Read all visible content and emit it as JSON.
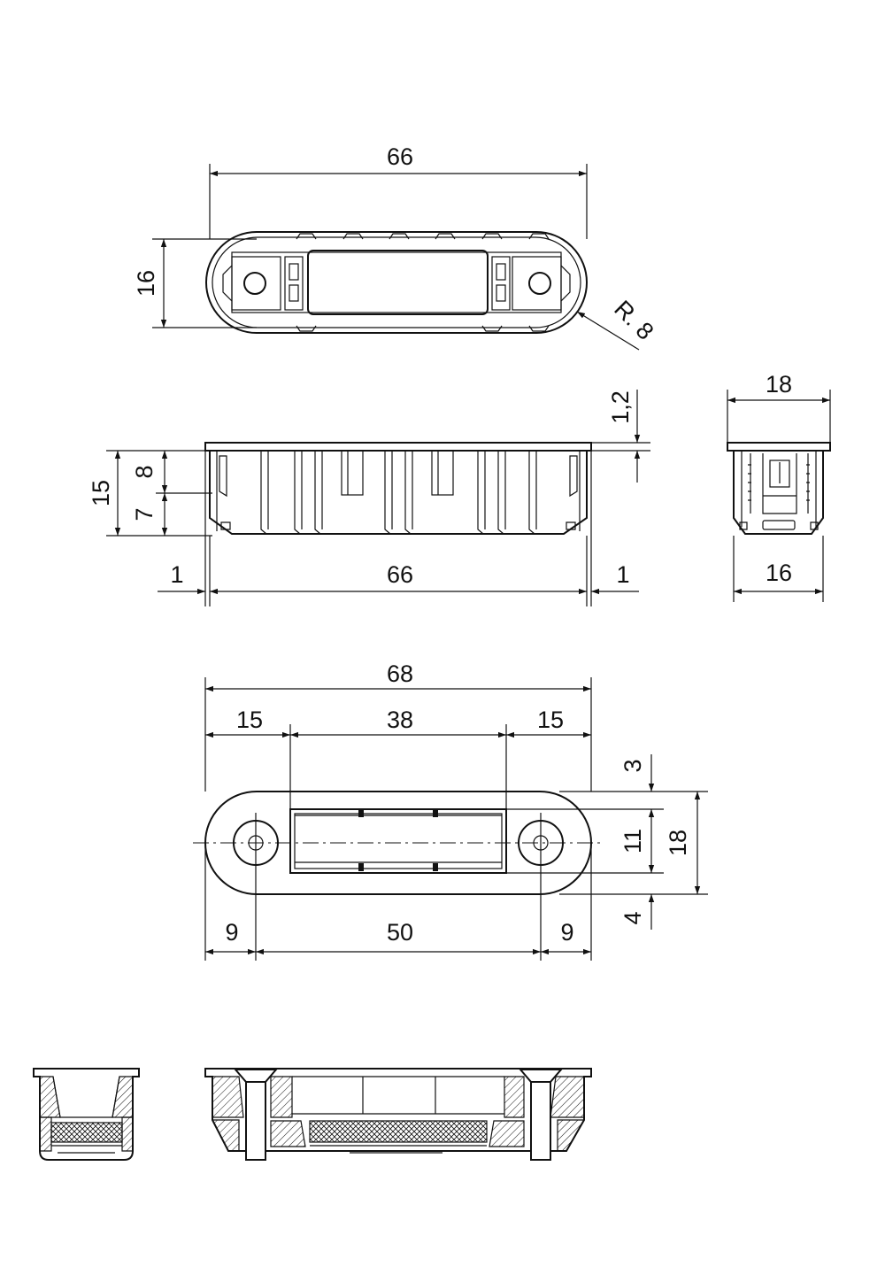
{
  "dimensions": {
    "top_view": {
      "length": "66",
      "height": "16",
      "radius": "R. 8"
    },
    "side_view": {
      "flange_thickness": "1,2",
      "total_height": "15",
      "upper_height": "8",
      "lower_height": "7",
      "left_offset": "1",
      "length": "66",
      "right_offset": "1"
    },
    "end_view": {
      "flange_width": "18",
      "body_width": "16"
    },
    "cutout_view": {
      "total_length": "68",
      "left_segment": "15",
      "center_segment": "38",
      "right_segment": "15",
      "top_gap": "3",
      "slot_height": "11",
      "total_height": "18",
      "bottom_gap": "4",
      "left_edge_to_hole": "9",
      "hole_spacing": "50",
      "right_edge_to_hole": "9"
    }
  },
  "colors": {
    "line": "#111111",
    "background": "#ffffff"
  }
}
